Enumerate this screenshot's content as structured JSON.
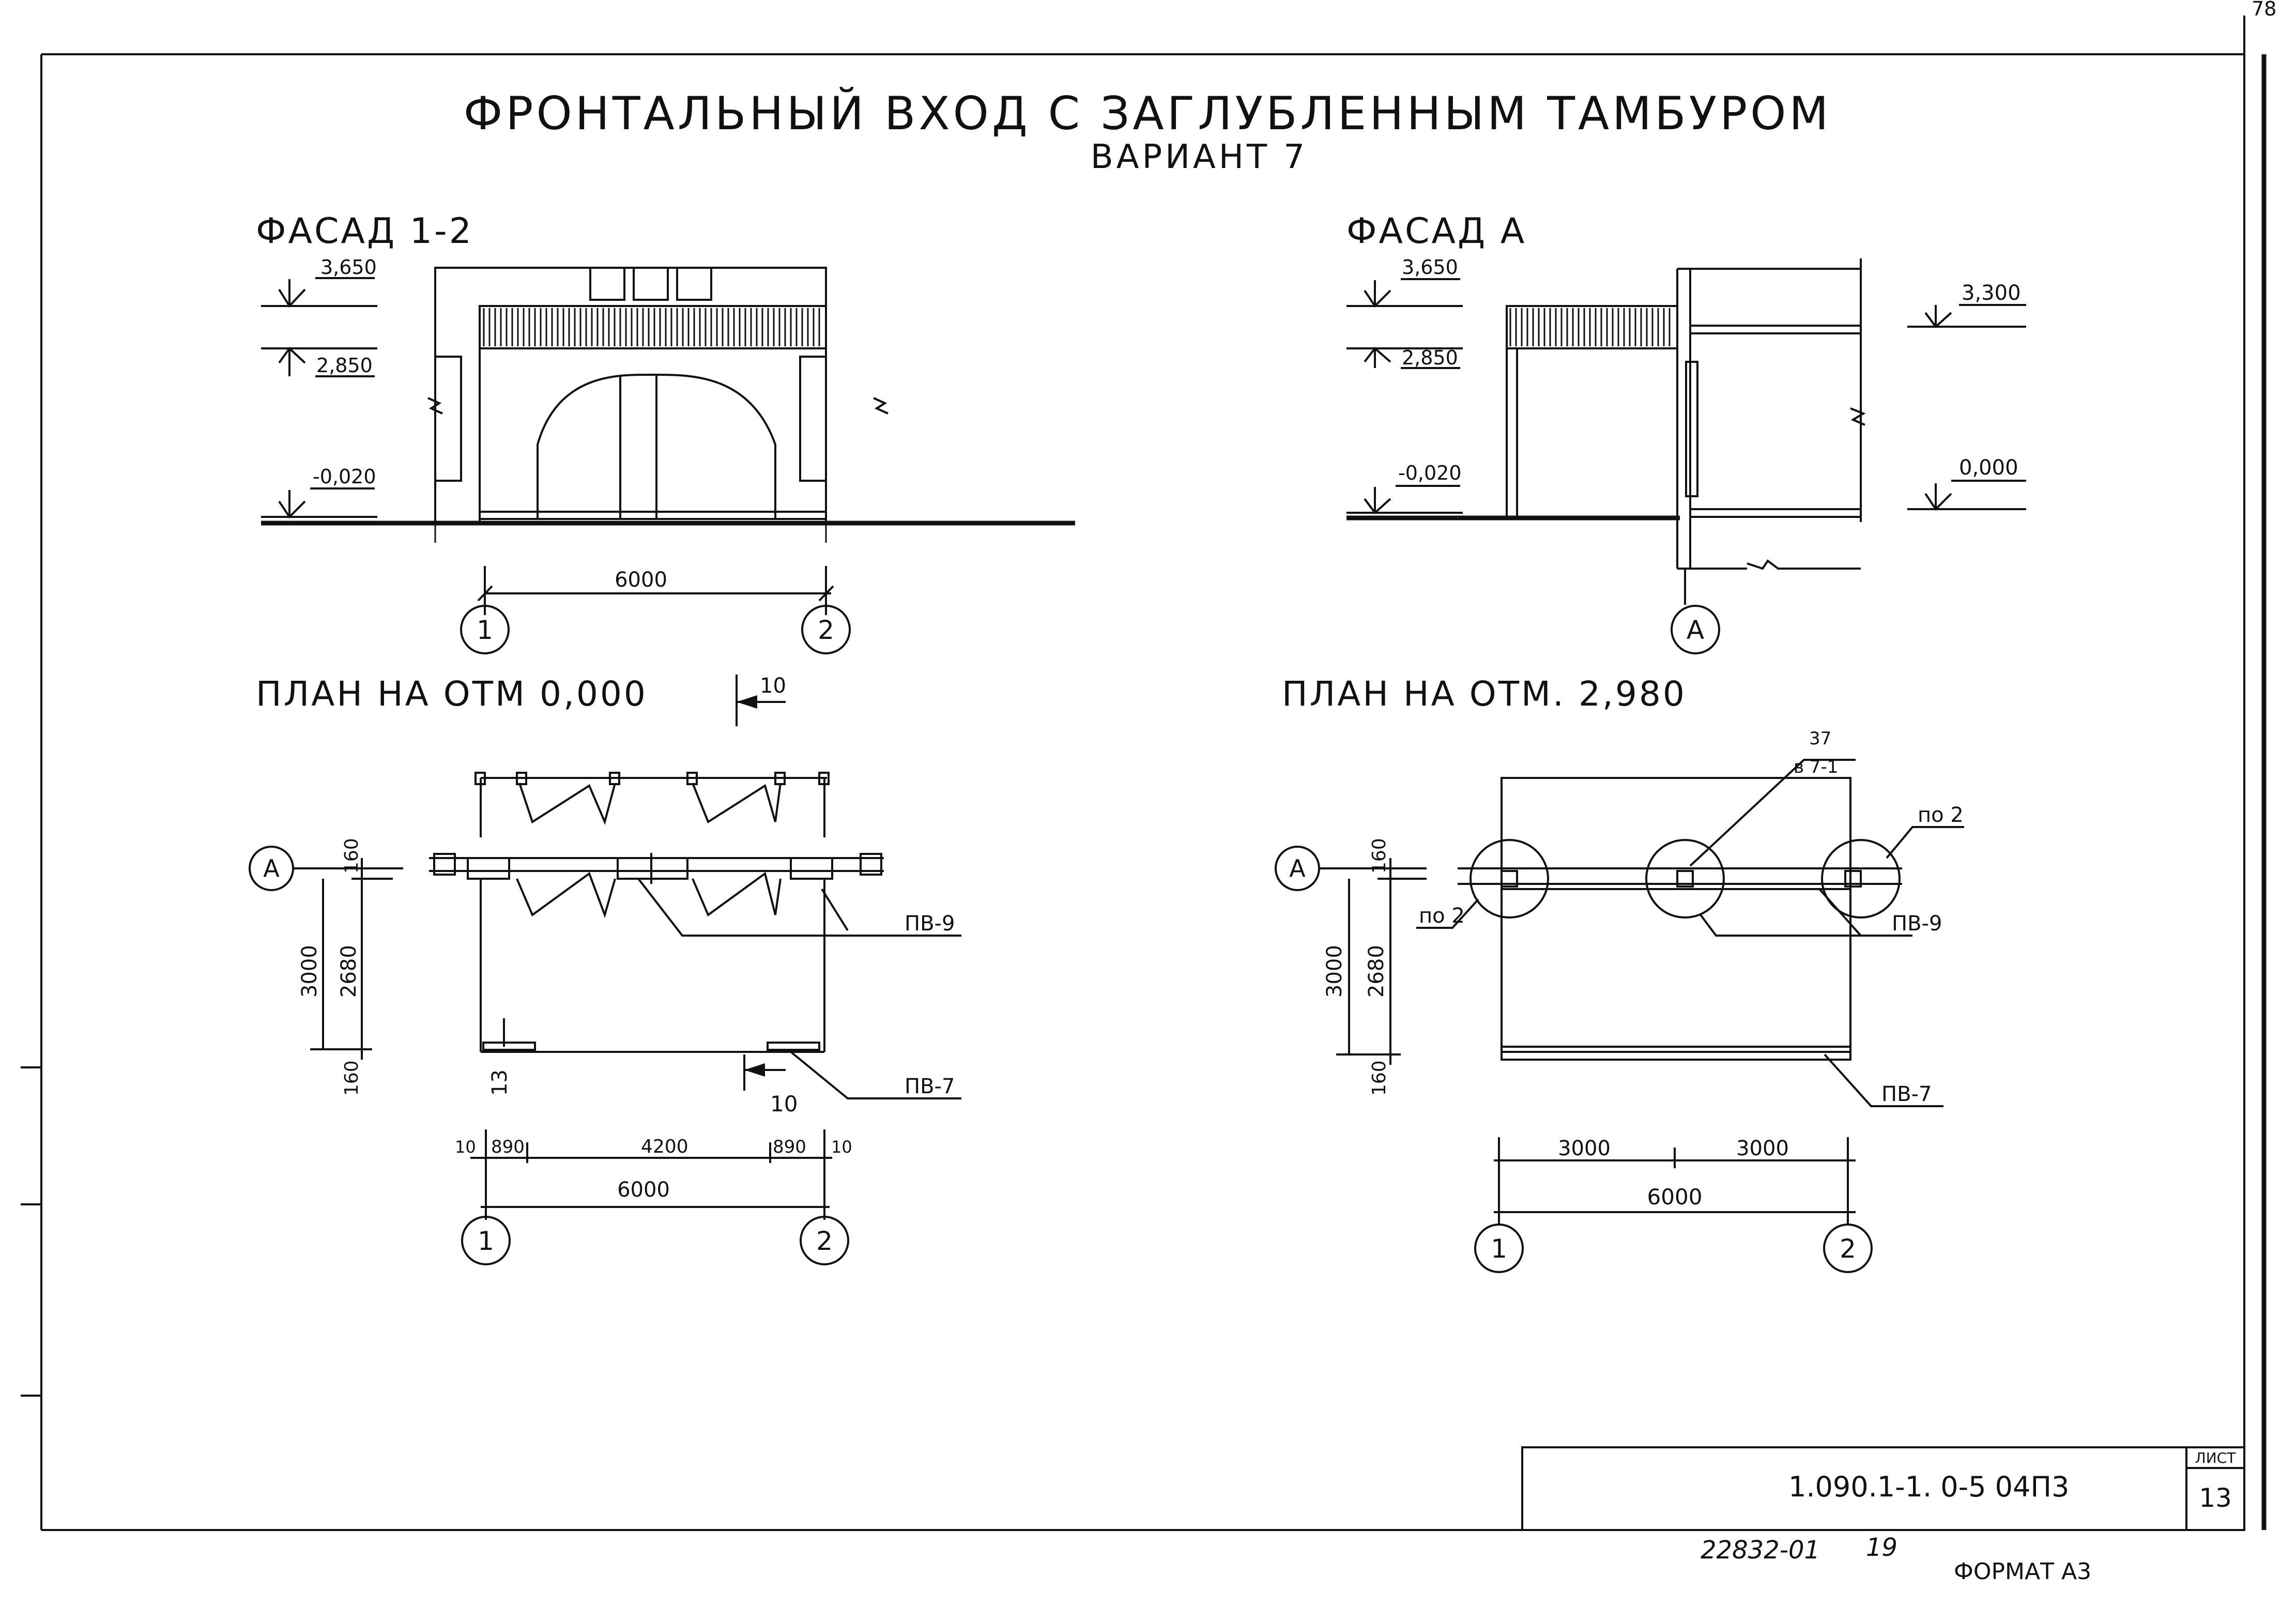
{
  "corner_number": "78",
  "title": "ФРОНТАЛЬНЫЙ ВХОД С ЗАГЛУБЛЕННЫМ ТАМБУРОМ",
  "subtitle": "ВАРИАНТ 7",
  "facade_12": {
    "label": "ФАСАД 1-2",
    "levels": [
      "3,650",
      "2,850",
      "-0,020"
    ],
    "dim": "6000",
    "axes": [
      "1",
      "2"
    ]
  },
  "facade_a": {
    "label": "ФАСАД А",
    "levels_left": [
      "3,650",
      "2,850",
      "-0,020"
    ],
    "levels_right": [
      "3,300",
      "0,000"
    ],
    "axis": "А"
  },
  "plan_0": {
    "label": "ПЛАН НА ОТМ 0,000",
    "section_top": "10",
    "section_bottom": "10",
    "axis_left": "А",
    "dims_vertical": [
      "160",
      "3000",
      "2680",
      "160"
    ],
    "mark_13": "13",
    "leaders": [
      "ПВ-9",
      "ПВ-7"
    ],
    "dims_bottom_small": [
      "10",
      "890",
      "4200",
      "890",
      "10"
    ],
    "dim_total": "6000",
    "axes": [
      "1",
      "2"
    ]
  },
  "plan_2980": {
    "label": "ПЛАН НА ОТМ. 2,980",
    "axis_left": "А",
    "dims_vertical": [
      "160",
      "3000",
      "2680",
      "160"
    ],
    "note_top": [
      "37",
      "в 7-1"
    ],
    "leaders": [
      "по 2",
      "по 2",
      "ПВ-9",
      "ПВ-7"
    ],
    "dims_bottom": [
      "3000",
      "3000"
    ],
    "dim_total": "6000",
    "axes": [
      "1",
      "2"
    ]
  },
  "title_block": {
    "code": "1.090.1-1. 0-5  04П3",
    "sheet_label": "ЛИСТ",
    "sheet_number": "13"
  },
  "footer": {
    "inventory": "22832-01",
    "page": "19",
    "format": "ФОРМАТ А3"
  }
}
